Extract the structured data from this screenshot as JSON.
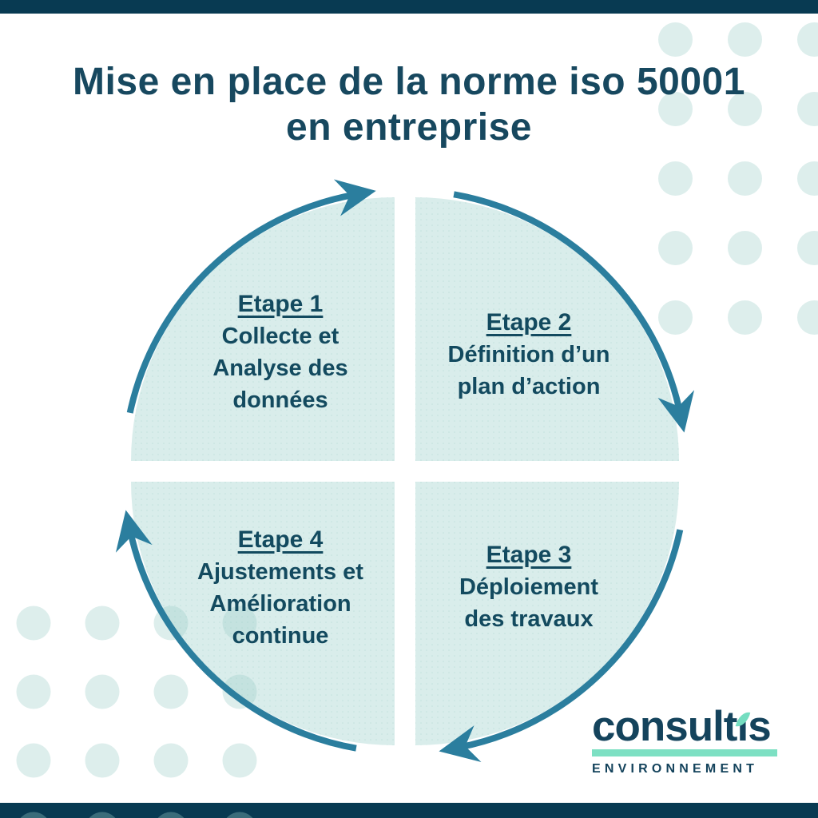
{
  "page": {
    "background": "#ffffff",
    "bar_color": "#083a52"
  },
  "title": {
    "line1": "Mise en place de la norme iso 50001",
    "line2": "en entreprise",
    "color": "#17485f"
  },
  "cycle": {
    "fill_color": "#d9edeb",
    "arrow_color": "#2b7e9e",
    "text_color": "#134a5f",
    "direction": "clockwise",
    "steps": [
      {
        "title": "Etape 1",
        "lines": [
          "Collecte et",
          "Analyse des",
          "données"
        ],
        "position": "top-left"
      },
      {
        "title": "Etape 2",
        "lines": [
          "Définition d’un",
          "plan d’action"
        ],
        "position": "top-right"
      },
      {
        "title": "Etape 3",
        "lines": [
          "Déploiement",
          "des travaux"
        ],
        "position": "bottom-right"
      },
      {
        "title": "Etape 4",
        "lines": [
          "Ajustements et",
          "Amélioration",
          "continue"
        ],
        "position": "bottom-left"
      }
    ]
  },
  "logo": {
    "wordmark": "consultis",
    "wordmark_pre": "consult",
    "wordmark_i": "ı",
    "wordmark_post": "s",
    "subtitle": "ENVIRONNEMENT",
    "navy": "#14435c",
    "mint": "#7de0c3",
    "leaf_color": "#74ddc0"
  },
  "decor": {
    "dot_color": "#9ccfc8"
  }
}
